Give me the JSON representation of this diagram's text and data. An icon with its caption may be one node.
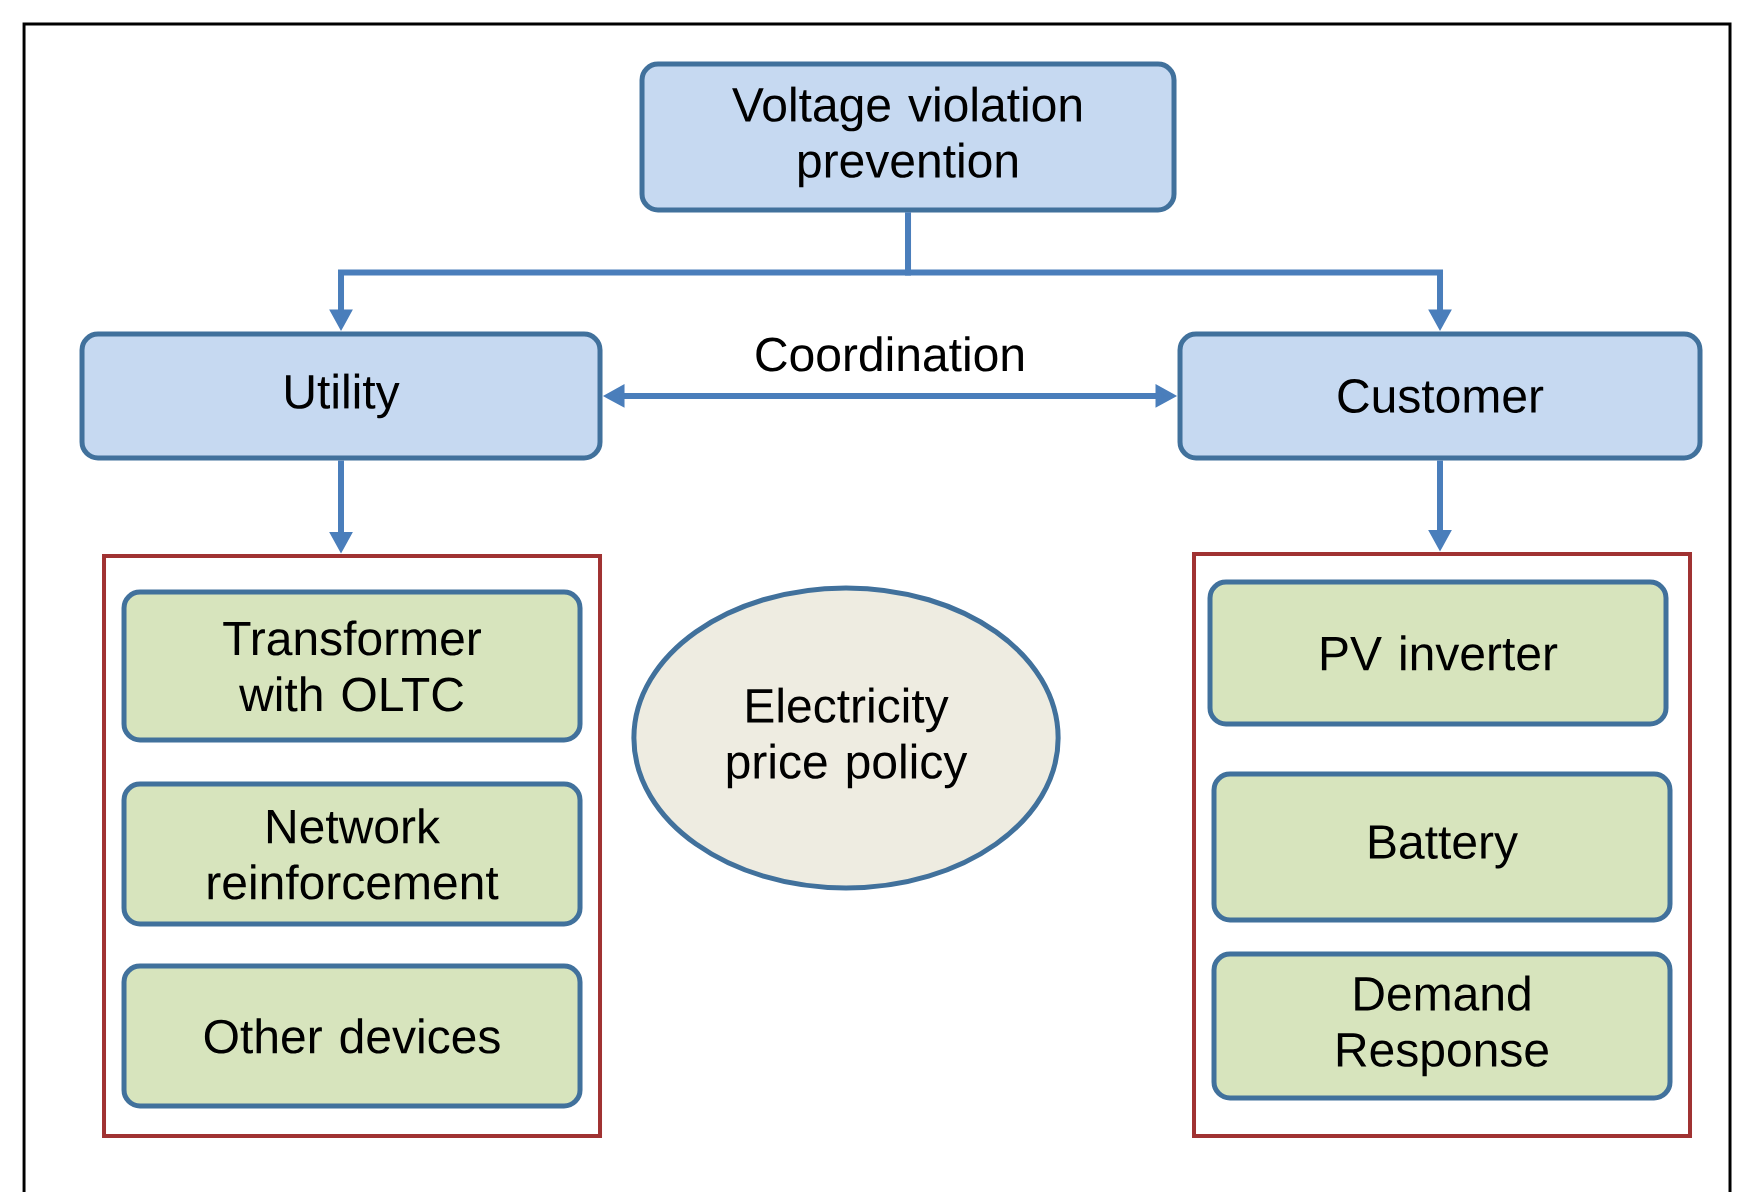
{
  "diagram": {
    "nodes": [
      {
        "text": [
          "Voltage violation prevention"
        ]
      },
      {
        "text": [
          "Utility"
        ]
      },
      {
        "text": [
          "Customer"
        ]
      },
      {
        "text": [],
        "shape": "box"
      },
      {
        "text": [],
        "shape": "box"
      },
      {
        "text": [
          "Transformer with OLTC"
        ],
        "in": 3
      },
      {
        "text": [
          "Network reinforcement"
        ],
        "in": 3
      },
      {
        "text": [
          "Other devices"
        ],
        "in": 3
      },
      {
        "text": [
          "PV inverter"
        ],
        "in": 4
      },
      {
        "text": [
          "Battery"
        ],
        "in": 4
      },
      {
        "text": [
          "Demand Response"
        ],
        "in": 4
      },
      {
        "text": [
          "Electricity price policy"
        ]
      }
    ],
    "edges": [
      {
        "from": 0,
        "to": 1,
        "arrow": "to"
      },
      {
        "from": 0,
        "to": 2,
        "arrow": "to"
      },
      {
        "from": 1,
        "to": 2,
        "arrow": "both",
        "label": "Coordination"
      },
      {
        "from": 1,
        "to": 3,
        "arrow": "to"
      },
      {
        "from": 2,
        "to": 4,
        "arrow": "to"
      }
    ]
  }
}
